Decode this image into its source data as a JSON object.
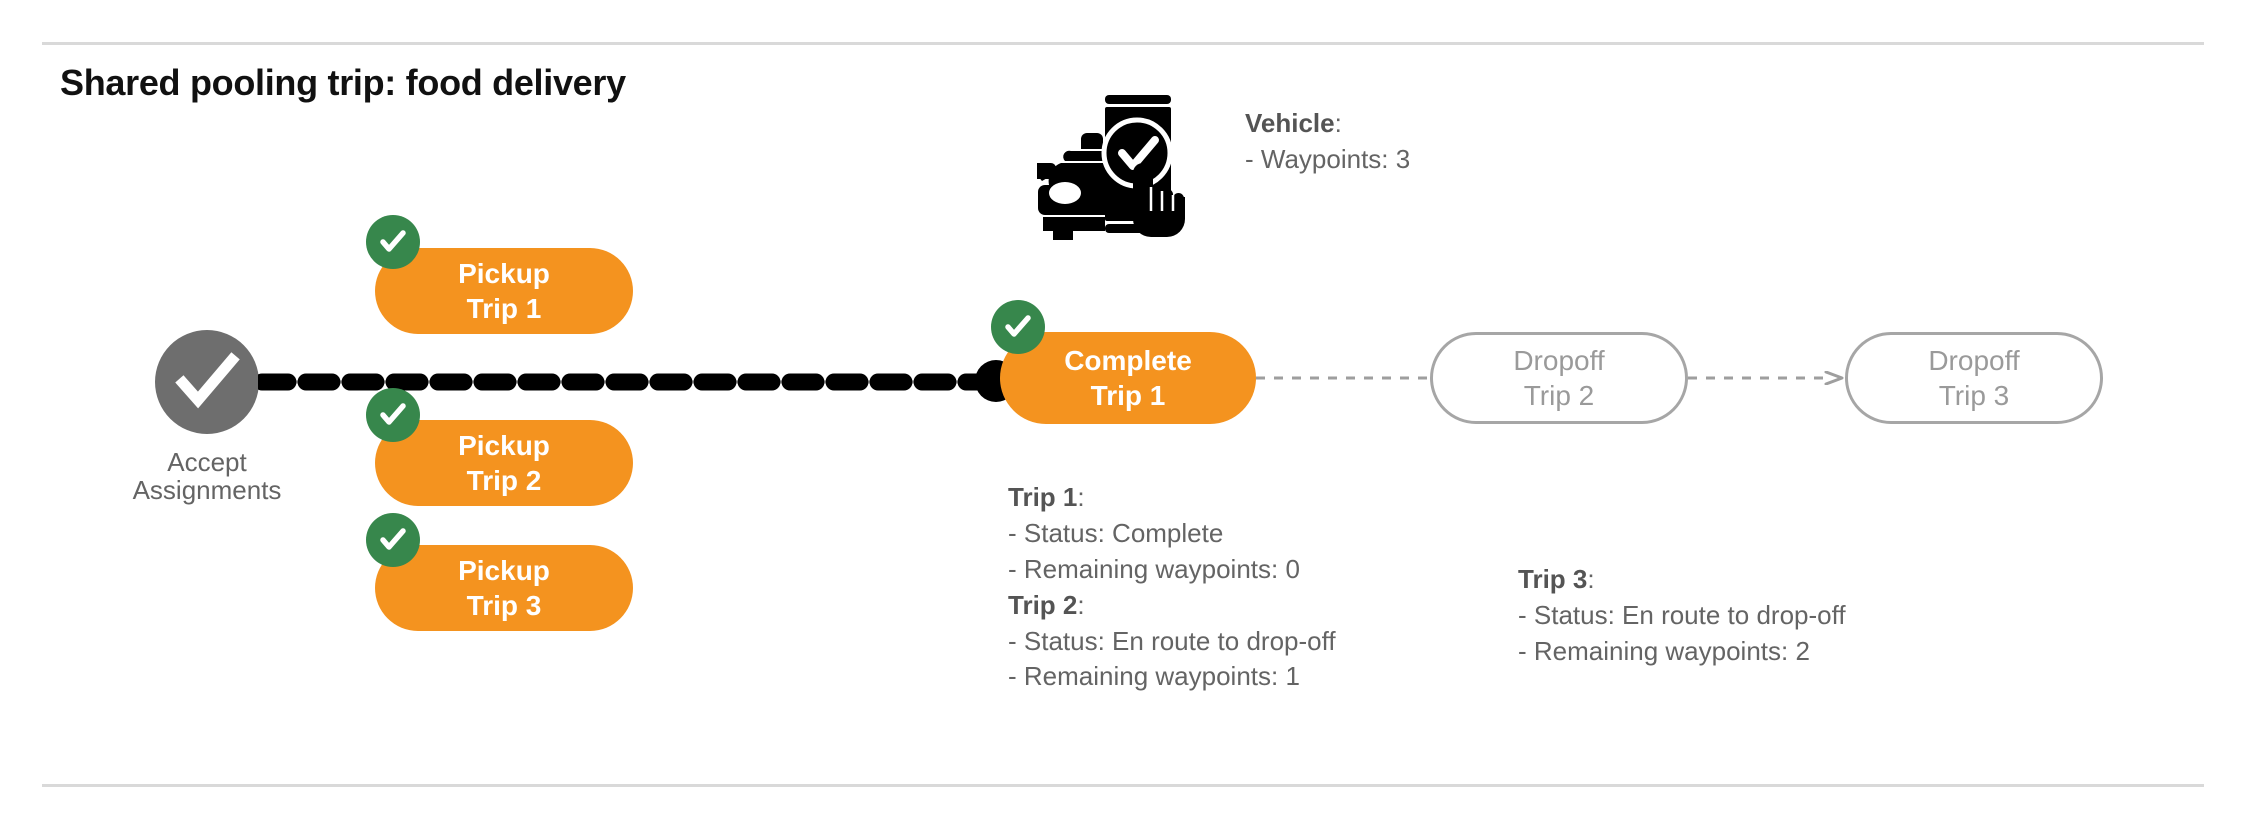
{
  "slide": {
    "title": "Shared pooling trip: food delivery"
  },
  "colors": {
    "orange": "#f4931f",
    "green": "#37874c",
    "gray_node": "#6e6e6e",
    "outline_gray": "#a6a6a6",
    "text_gray": "#646464",
    "black": "#000000",
    "rule_gray": "#d9d9d9"
  },
  "flow": {
    "start_node": {
      "icon": "check-circle-icon",
      "label_line1": "Accept",
      "label_line2": "Assignments"
    },
    "pickups": [
      {
        "line1": "Pickup",
        "line2": "Trip 1",
        "badge": "check-badge-icon",
        "state": "done"
      },
      {
        "line1": "Pickup",
        "line2": "Trip 2",
        "badge": "check-badge-icon",
        "state": "done"
      },
      {
        "line1": "Pickup",
        "line2": "Trip 3",
        "badge": "check-badge-icon",
        "state": "done"
      }
    ],
    "complete": {
      "line1": "Complete",
      "line2": "Trip 1",
      "badge": "check-badge-icon",
      "state": "done"
    },
    "dropoffs": [
      {
        "line1": "Dropoff",
        "line2": "Trip 2",
        "state": "pending"
      },
      {
        "line1": "Dropoff",
        "line2": "Trip 3",
        "state": "pending"
      }
    ]
  },
  "notes": {
    "vehicle": {
      "icon": "car-phone-check-icon",
      "heading": "Vehicle",
      "heading_suffix": ":",
      "lines": [
        "- Waypoints: 3"
      ]
    },
    "trip1": {
      "heading": "Trip 1",
      "heading_suffix": ":",
      "status": "- Status:  Complete",
      "waypoints": "- Remaining waypoints: 0"
    },
    "trip2": {
      "heading": "Trip 2",
      "heading_suffix": ":",
      "status": "- Status:  En route to drop-off",
      "waypoints": "- Remaining waypoints: 1"
    },
    "trip3": {
      "heading": "Trip 3",
      "heading_suffix": ":",
      "status": "- Status:  En route to drop-off",
      "waypoints": "- Remaining waypoints: 2"
    }
  }
}
